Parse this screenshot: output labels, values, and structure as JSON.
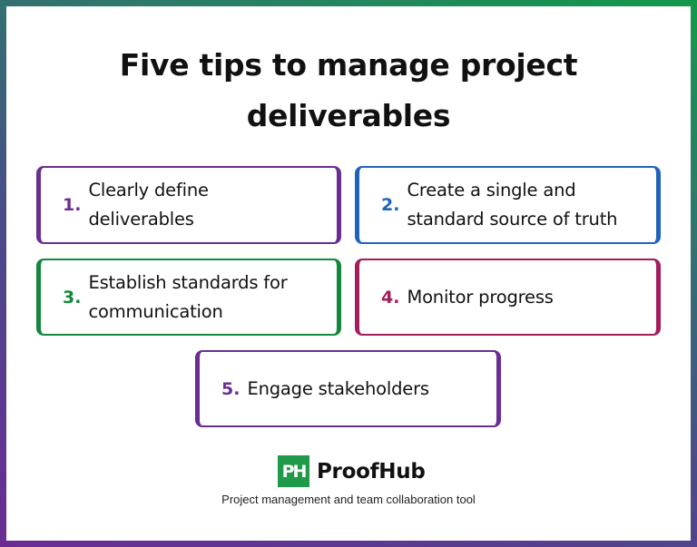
{
  "page": {
    "title": "Five tips to manage project deliverables",
    "title_line1": "Five tips to manage project",
    "title_line2": "deliverables",
    "colors": {
      "frame_gradient_start": "#6a2c94",
      "frame_gradient_end": "#12994a",
      "purple": "#6a2d91",
      "blue": "#1f64b8",
      "green": "#14873d",
      "magenta": "#a51c5a"
    }
  },
  "tips": [
    {
      "number": "1.",
      "line1": "Clearly define",
      "line2": "deliverables",
      "color": "#6a2d91"
    },
    {
      "number": "2.",
      "line1": "Create a single and",
      "line2": "standard source of truth",
      "color": "#1f64b8"
    },
    {
      "number": "3.",
      "line1": "Establish standards for",
      "line2": "communication",
      "color": "#14873d"
    },
    {
      "number": "4.",
      "line1": "Monitor progress",
      "line2": "",
      "color": "#a51c5a"
    },
    {
      "number": "5.",
      "line1": "Engage stakeholders",
      "line2": "",
      "color": "#6a2d91"
    }
  ],
  "footer": {
    "logo_badge": "PH",
    "logo_name": "ProofHub",
    "tagline": "Project management and team collaboration tool"
  }
}
